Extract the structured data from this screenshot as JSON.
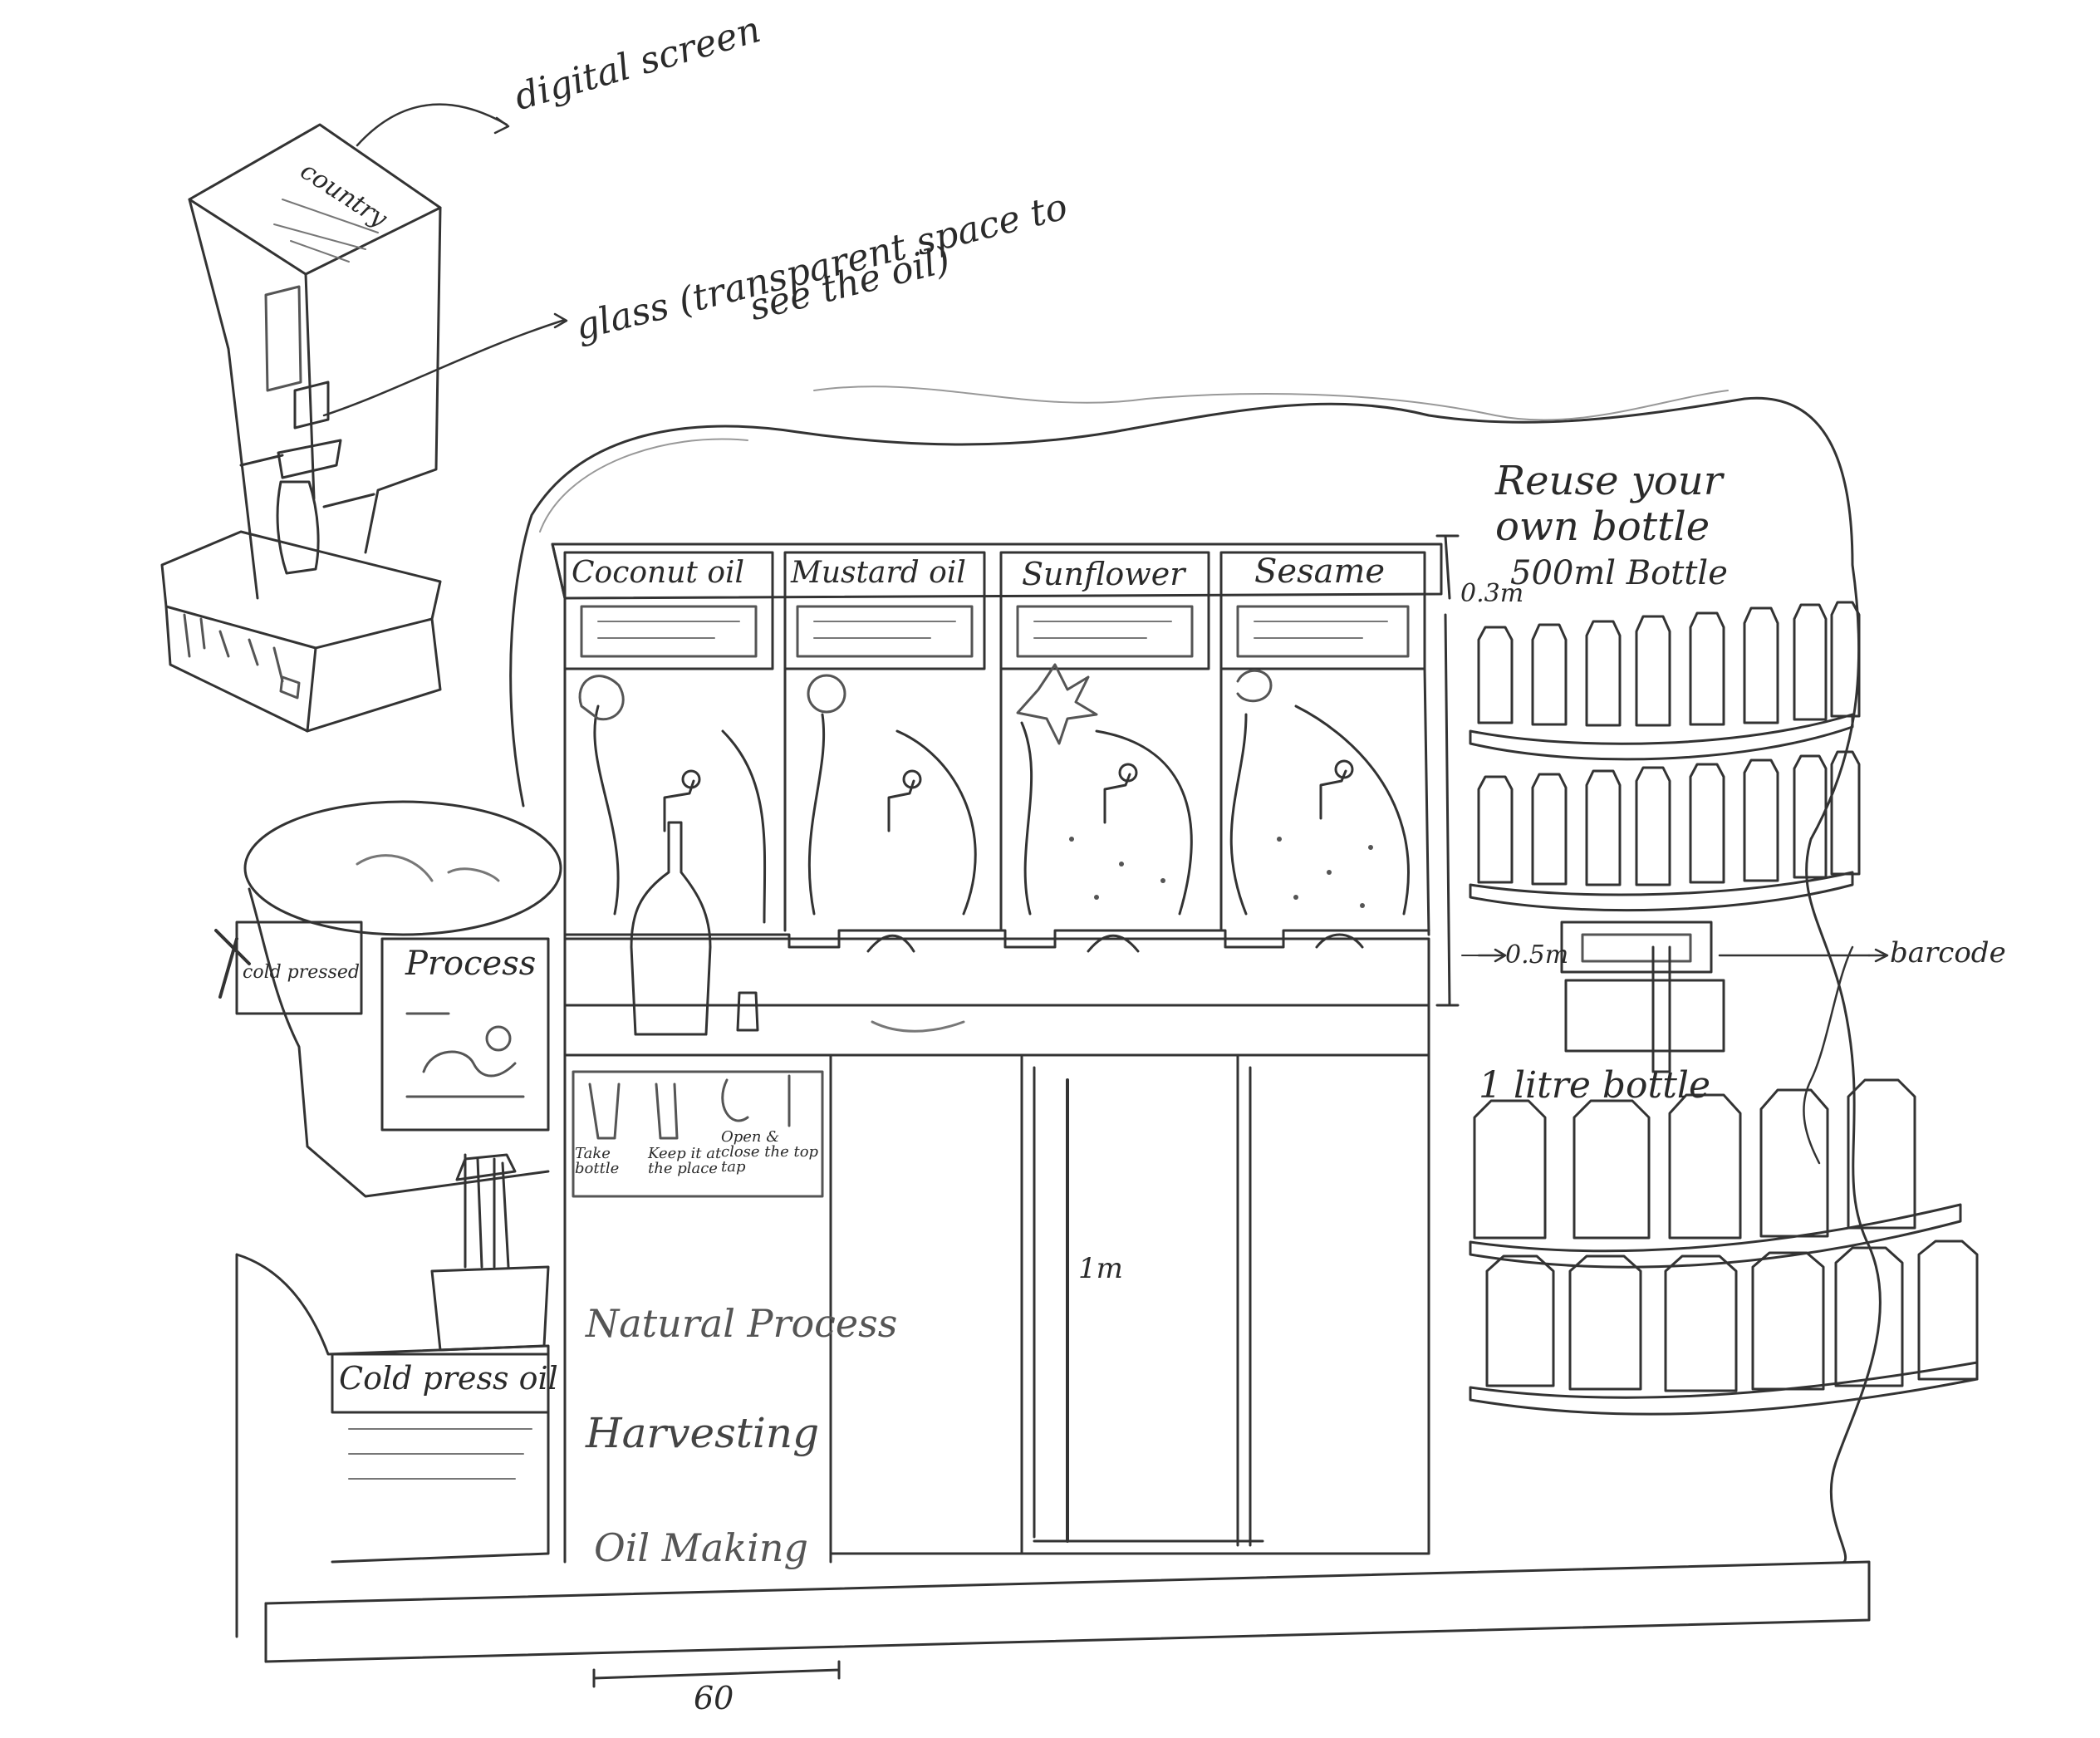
{
  "colors": {
    "pencil": "#333333",
    "faint": "#9a9a9a",
    "paper": "#ffffff"
  },
  "dispenser_callouts": {
    "screen_text": "country",
    "digital_screen": "digital screen",
    "glass_line1": "glass (transparent space to",
    "glass_line2": "see the oil)"
  },
  "oil_stations": [
    {
      "label": "Coconut oil"
    },
    {
      "label": "Mustard oil"
    },
    {
      "label": "Sunflower"
    },
    {
      "label": "Sesame"
    }
  ],
  "left_display": {
    "process_board": "Process",
    "basket_tag": "cold pressed",
    "cold_press_sign": "Cold press oil"
  },
  "steps": [
    "Take bottle",
    "Keep it at the place",
    "Open & close the top tap"
  ],
  "process_column": {
    "natural_process": "Natural Process",
    "harvesting": "Harvesting",
    "oil_making": "Oil Making"
  },
  "dimensions": {
    "top_band": "0.3m",
    "counter_band": "0.5m",
    "height": "1m",
    "width": "60"
  },
  "right_shelf": {
    "reuse_line1": "Reuse your",
    "reuse_line2": "own bottle",
    "bottle_500": "500ml Bottle",
    "barcode": "barcode",
    "bottle_1l": "1 litre bottle"
  }
}
